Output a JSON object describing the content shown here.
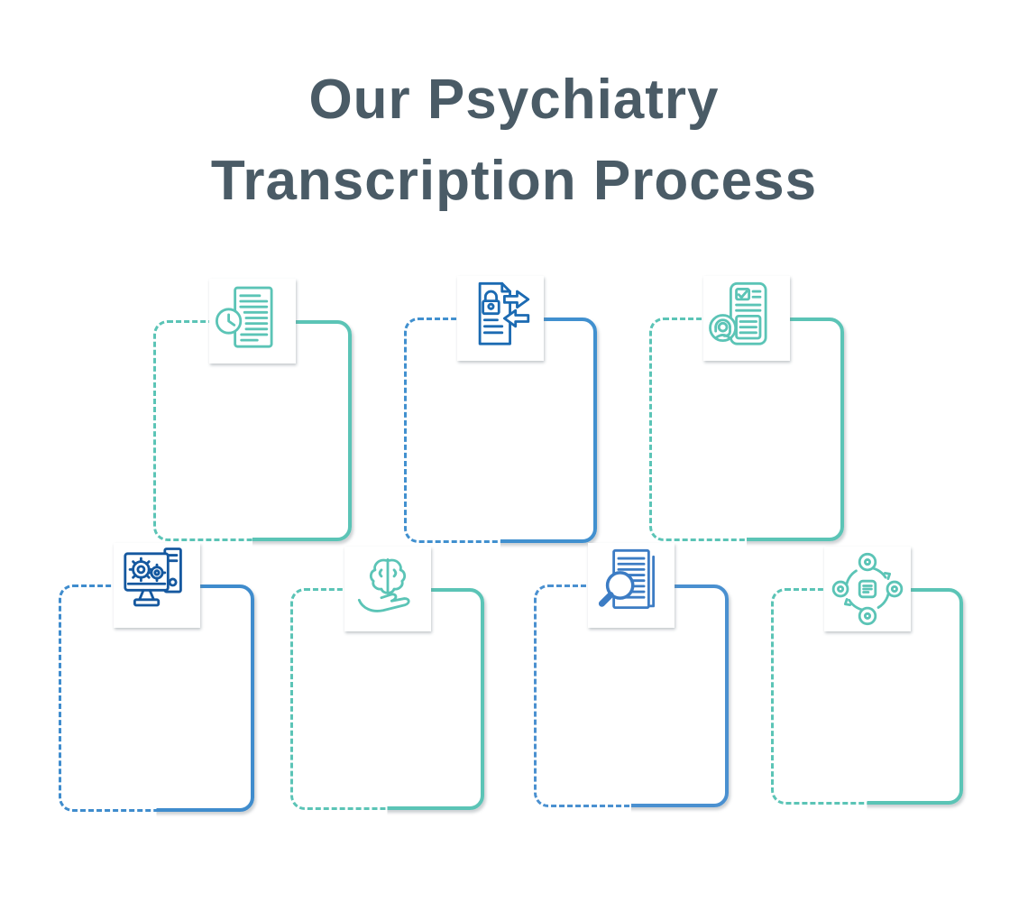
{
  "title": {
    "text_line1": "Our Psychiatry",
    "text_line2": "Transcription Process",
    "color": "#4a5b66"
  },
  "palette": {
    "teal": "#5bc4b6",
    "blue_border": "#4190cf",
    "blue_icon_dark": "#15589f",
    "blue_icon": "#1b6ab2",
    "blue_icon_mid": "#3c7cc4"
  },
  "boxes": [
    {
      "step": 1,
      "icon": "document-clock-icon",
      "border_color": "#5bc4b6",
      "icon_color": "#5bc4b6"
    },
    {
      "step": 2,
      "icon": "document-lock-transfer-icon",
      "border_color": "#4190cf",
      "icon_color": "#1b6ab2"
    },
    {
      "step": 3,
      "icon": "voice-recorder-headset-icon",
      "border_color": "#5bc4b6",
      "icon_color": "#5bc4b6"
    },
    {
      "step": 4,
      "icon": "computer-gears-icon",
      "border_color": "#3f8ccd",
      "icon_color": "#15589f"
    },
    {
      "step": 5,
      "icon": "hand-holding-brain-icon",
      "border_color": "#5bc4b6",
      "icon_color": "#5bc4b6"
    },
    {
      "step": 6,
      "icon": "document-magnifier-icon",
      "border_color": "#4a90d0",
      "icon_color": "#3c7cc4"
    },
    {
      "step": 7,
      "icon": "distribution-network-icon",
      "border_color": "#5bc4b6",
      "icon_color": "#5bc4b6"
    }
  ]
}
